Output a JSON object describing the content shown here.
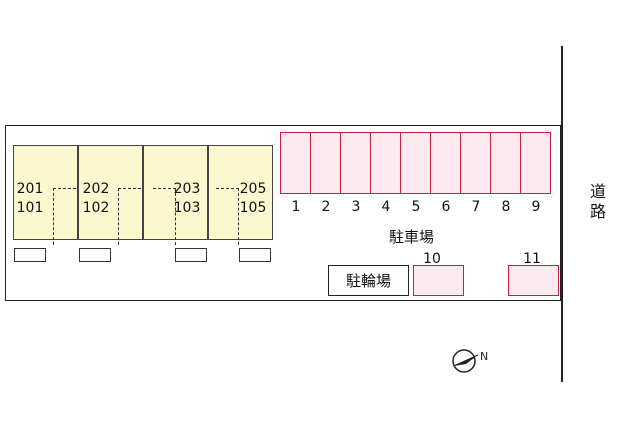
{
  "site": {
    "units": [
      {
        "upper": "201",
        "lower": "101"
      },
      {
        "upper": "202",
        "lower": "102"
      },
      {
        "upper": "203",
        "lower": "103"
      },
      {
        "upper": "205",
        "lower": "105"
      }
    ],
    "parking_label": "駐車場",
    "parking_spaces": [
      "1",
      "2",
      "3",
      "4",
      "5",
      "6",
      "7",
      "8",
      "9"
    ],
    "parking_extra": [
      "10",
      "11"
    ],
    "bicycle_parking_label": "駐輪場",
    "road_label": "道路",
    "compass_letter": "N"
  },
  "colors": {
    "unit_fill": "#fbf8cf",
    "parking_fill": "#fde9ef",
    "parking_border": "#c8203a",
    "line": "#222222"
  }
}
